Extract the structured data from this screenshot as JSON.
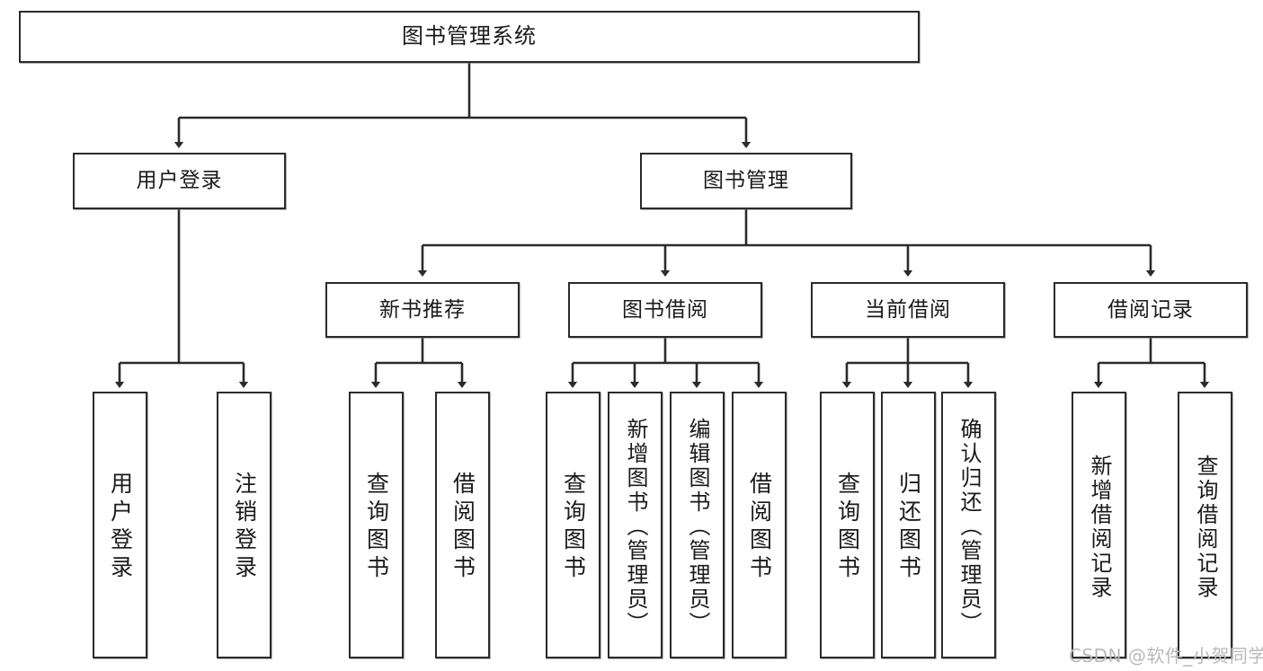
{
  "diagram": {
    "title": "图书管理系统",
    "type": "tree-hierarchy",
    "palette": {
      "background": "#ffffff",
      "box_border": "#2b2b2b",
      "box_fill": "#ffffff",
      "text": "#1a1a1a",
      "edge": "#2b2b2b",
      "watermark": "#b9b9b9"
    },
    "nodes": {
      "root": {
        "label": "图书管理系统"
      },
      "level2": [
        {
          "id": "user-login",
          "label": "用户登录"
        },
        {
          "id": "book-manage",
          "label": "图书管理"
        }
      ],
      "level3": [
        {
          "id": "new-book-recommend",
          "label": "新书推荐"
        },
        {
          "id": "book-borrow",
          "label": "图书借阅"
        },
        {
          "id": "current-borrow",
          "label": "当前借阅"
        },
        {
          "id": "borrow-record",
          "label": "借阅记录"
        }
      ],
      "leaves": {
        "user_login": [
          {
            "id": "leaf-user-login",
            "label": "用户登录"
          },
          {
            "id": "leaf-logout-login",
            "label": "注销登录"
          }
        ],
        "new_book_recommend": [
          {
            "id": "leaf-query-book-1",
            "label": "查询图书"
          },
          {
            "id": "leaf-borrow-book-1",
            "label": "借阅图书"
          }
        ],
        "book_borrow": [
          {
            "id": "leaf-query-book-2",
            "label": "查询图书"
          },
          {
            "id": "leaf-add-book",
            "label": "新增图书（管理员）"
          },
          {
            "id": "leaf-edit-book",
            "label": "编辑图书（管理员）"
          },
          {
            "id": "leaf-borrow-book-2",
            "label": "借阅图书"
          }
        ],
        "current_borrow": [
          {
            "id": "leaf-query-book-3",
            "label": "查询图书"
          },
          {
            "id": "leaf-return-book",
            "label": "归还图书"
          },
          {
            "id": "leaf-confirm-return",
            "label": "确认归还（管理员）"
          }
        ],
        "borrow_record": [
          {
            "id": "leaf-add-record",
            "label": "新增借阅记录"
          },
          {
            "id": "leaf-query-record",
            "label": "查询借阅记录"
          }
        ]
      }
    },
    "watermark": "CSDN @软件_小贺同学"
  }
}
